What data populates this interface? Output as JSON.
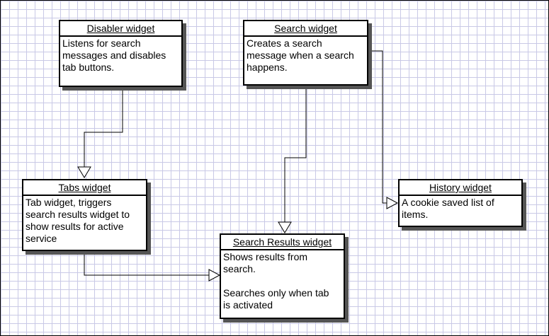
{
  "diagram": {
    "nodes": {
      "disabler": {
        "title": "Disabler widget",
        "body": "Listens for search\nmessages and disables\ntab buttons."
      },
      "search": {
        "title": "Search widget",
        "body": "Creates a search\nmessage when a search\nhappens."
      },
      "tabs": {
        "title": "Tabs widget",
        "body": "Tab widget, triggers\nsearch results widget to\nshow results for active\nservice"
      },
      "history": {
        "title": "History widget",
        "body": "A cookie saved list of\nitems."
      },
      "results": {
        "title": "Search Results widget",
        "body": "Shows results from\nsearch.\n\nSearches only when tab\nis activated"
      }
    },
    "colors": {
      "grid": "#c9c9e6",
      "line": "#000000",
      "shadow": "#555555",
      "box": "#ffffff"
    }
  }
}
